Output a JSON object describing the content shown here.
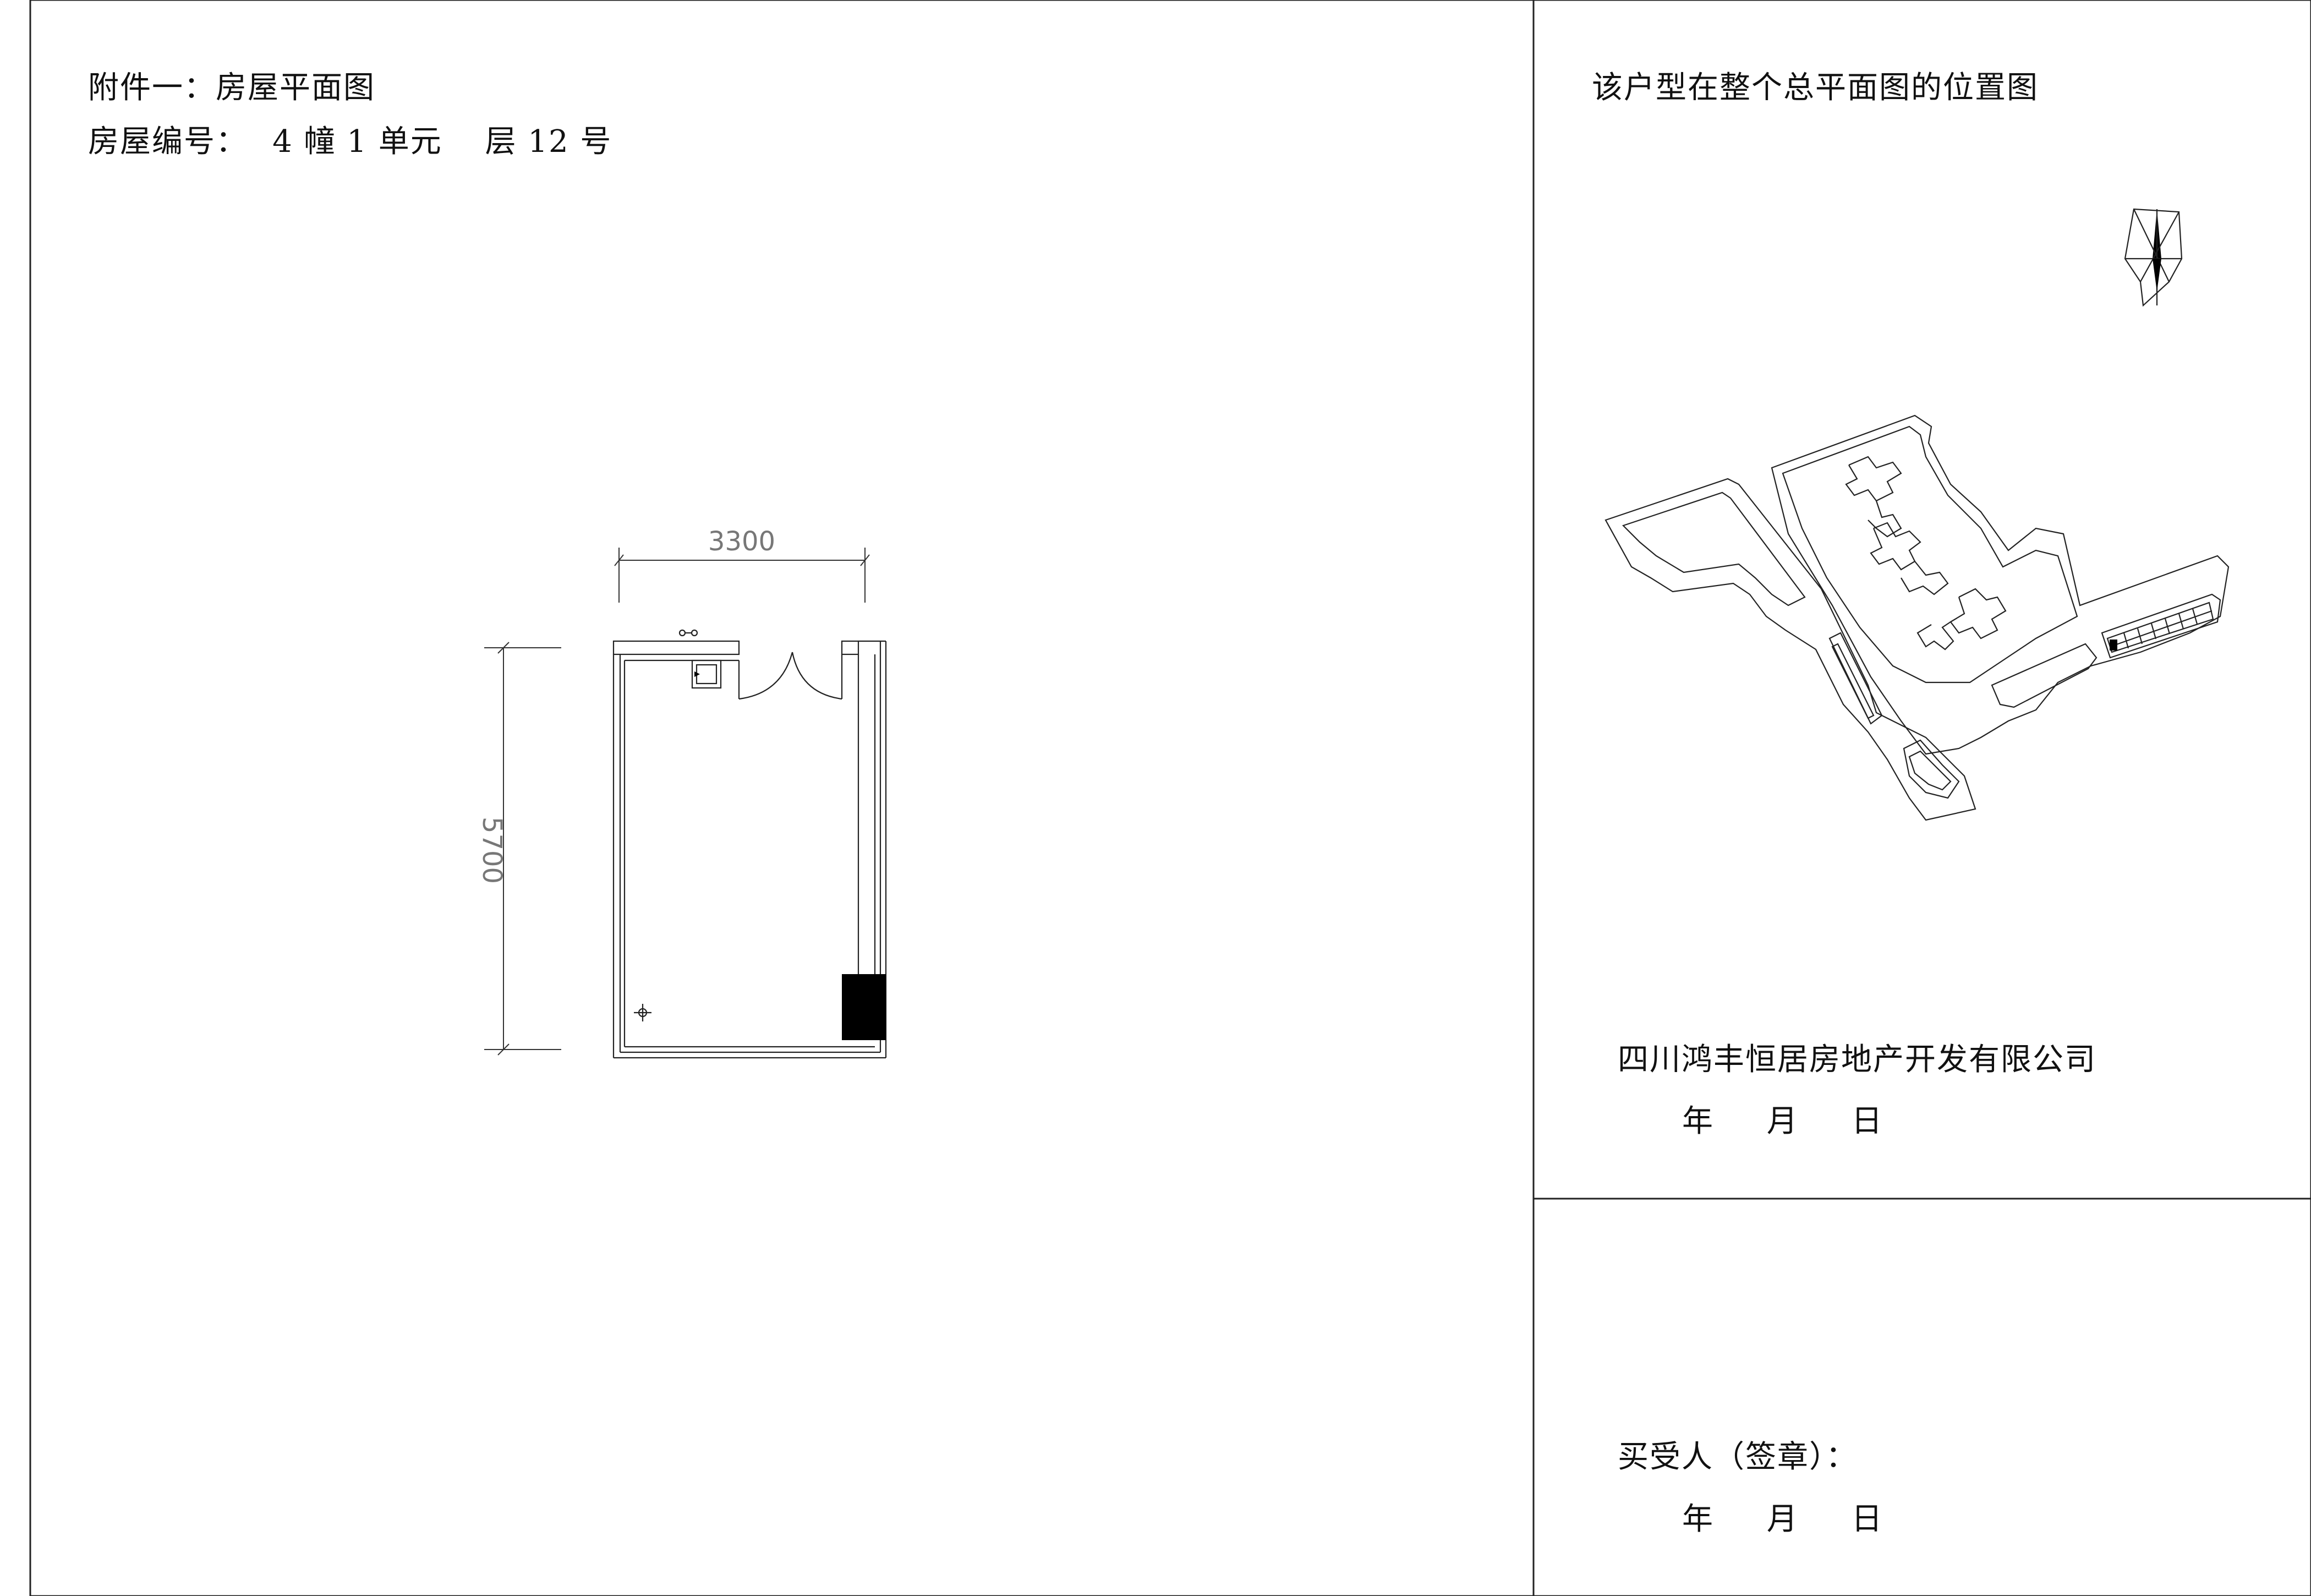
{
  "left_panel": {
    "attachment_title": "附件一：房屋平面图",
    "house_number_label": "房屋编号：",
    "house_number_value": "4 幢 1 单元　 层 12 号"
  },
  "floor_plan": {
    "width_dimension": "3300",
    "depth_dimension": "5700"
  },
  "right_panel": {
    "location_title": "该户型在整个总平面图的位置图",
    "company_name": "四川鸿丰恒居房地产开发有限公司",
    "company_date": "年　 月　 日",
    "buyer_label": "买受人（签章）：",
    "buyer_date": "年　 月　 日"
  },
  "colors": {
    "line": "#222222",
    "dimension_text": "#777777",
    "fill": "#000000",
    "background": "#ffffff"
  }
}
